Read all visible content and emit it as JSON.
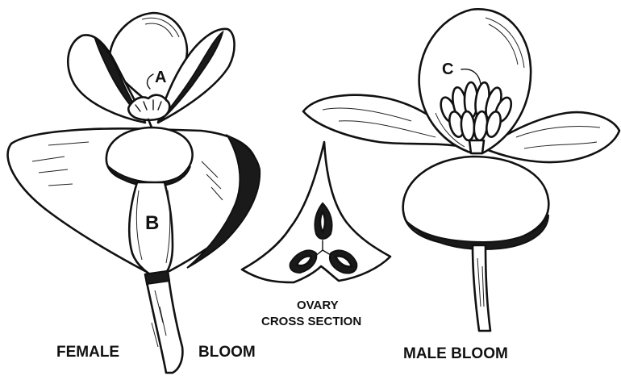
{
  "labels": {
    "part_a": "A",
    "part_b": "B",
    "part_c": "C"
  },
  "captions": {
    "female_left": "FEMALE",
    "female_right": "BLOOM",
    "ovary_line1": "OVARY",
    "ovary_line2": "CROSS SECTION",
    "male": "MALE BLOOM"
  }
}
